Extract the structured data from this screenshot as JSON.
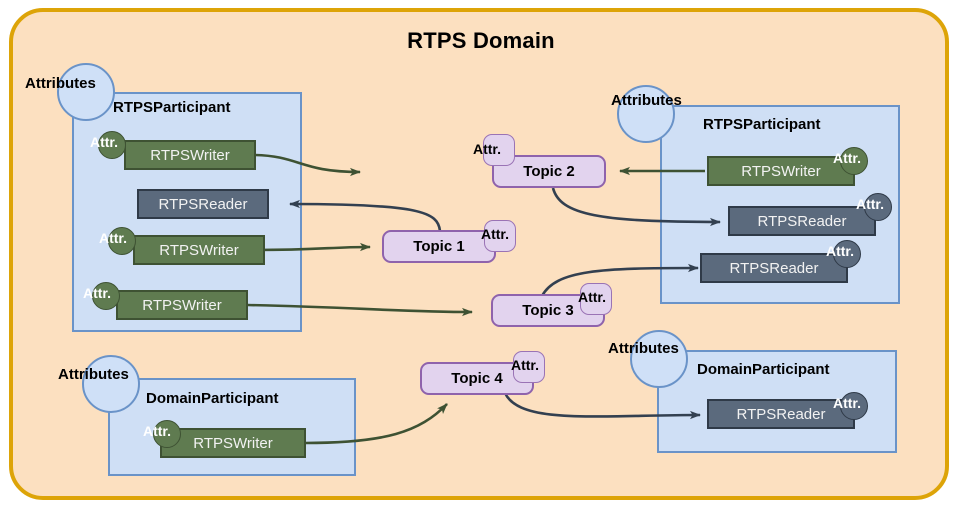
{
  "domain": {
    "title": "RTPS Domain",
    "border_color": "#dda408",
    "fill_color": "#fce0c0"
  },
  "colors": {
    "participant_fill": "#cfdff5",
    "participant_border": "#6a93c8",
    "writer_fill": "#5f7b50",
    "writer_border": "#3e5233",
    "reader_fill": "#5b6a7d",
    "reader_border": "#2f3a48",
    "topic_fill": "#e2d3ee",
    "topic_border": "#8f63ac",
    "attributes_fill": "#cfe0f7",
    "writer_arrow": "#3e5233",
    "reader_arrow": "#334050"
  },
  "labels": {
    "attributes": "Attributes",
    "attr": "Attr.",
    "rtps_participant": "RTPSParticipant",
    "domain_participant": "DomainParticipant",
    "rtps_writer": "RTPSWriter",
    "rtps_reader": "RTPSReader"
  },
  "participants": [
    {
      "id": "left-rtps-participant",
      "title": "RTPSParticipant",
      "attributes_label": "Attributes",
      "endpoints": [
        {
          "kind": "writer",
          "label": "RTPSWriter",
          "attr_label": "Attr.",
          "has_attr": true
        },
        {
          "kind": "reader",
          "label": "RTPSReader",
          "attr_label": "Attr.",
          "has_attr": false
        },
        {
          "kind": "writer",
          "label": "RTPSWriter",
          "attr_label": "Attr.",
          "has_attr": true
        },
        {
          "kind": "writer",
          "label": "RTPSWriter",
          "attr_label": "Attr.",
          "has_attr": true
        }
      ]
    },
    {
      "id": "right-rtps-participant",
      "title": "RTPSParticipant",
      "attributes_label": "Attributes",
      "endpoints": [
        {
          "kind": "writer",
          "label": "RTPSWriter",
          "attr_label": "Attr.",
          "has_attr": true
        },
        {
          "kind": "reader",
          "label": "RTPSReader",
          "attr_label": "Attr.",
          "has_attr": true
        },
        {
          "kind": "reader",
          "label": "RTPSReader",
          "attr_label": "Attr.",
          "has_attr": true
        }
      ]
    },
    {
      "id": "left-domain-participant",
      "title": "DomainParticipant",
      "attributes_label": "Attributes",
      "endpoints": [
        {
          "kind": "writer",
          "label": "RTPSWriter",
          "attr_label": "Attr.",
          "has_attr": true
        }
      ]
    },
    {
      "id": "right-domain-participant",
      "title": "DomainParticipant",
      "attributes_label": "Attributes",
      "endpoints": [
        {
          "kind": "reader",
          "label": "RTPSReader",
          "attr_label": "Attr.",
          "has_attr": true
        }
      ]
    }
  ],
  "topics": [
    {
      "id": "topic-1",
      "label": "Topic 1",
      "attr_label": "Attr."
    },
    {
      "id": "topic-2",
      "label": "Topic 2",
      "attr_label": "Attr."
    },
    {
      "id": "topic-3",
      "label": "Topic 3",
      "attr_label": "Attr."
    },
    {
      "id": "topic-4",
      "label": "Topic 4",
      "attr_label": "Attr."
    }
  ],
  "connections": [
    {
      "from": "left-writer-1",
      "to": "topic-2",
      "type": "publish"
    },
    {
      "from": "left-writer-2",
      "to": "topic-1",
      "type": "publish"
    },
    {
      "from": "left-writer-3",
      "to": "topic-3",
      "type": "publish"
    },
    {
      "from": "topic-1",
      "to": "left-reader-1",
      "type": "subscribe"
    },
    {
      "from": "right-writer-1",
      "to": "topic-2",
      "type": "publish"
    },
    {
      "from": "topic-2",
      "to": "right-reader-1",
      "type": "subscribe"
    },
    {
      "from": "topic-3",
      "to": "right-reader-2",
      "type": "subscribe"
    },
    {
      "from": "bottom-left-writer",
      "to": "topic-4",
      "type": "publish"
    },
    {
      "from": "topic-4",
      "to": "bottom-right-reader",
      "type": "subscribe"
    }
  ]
}
